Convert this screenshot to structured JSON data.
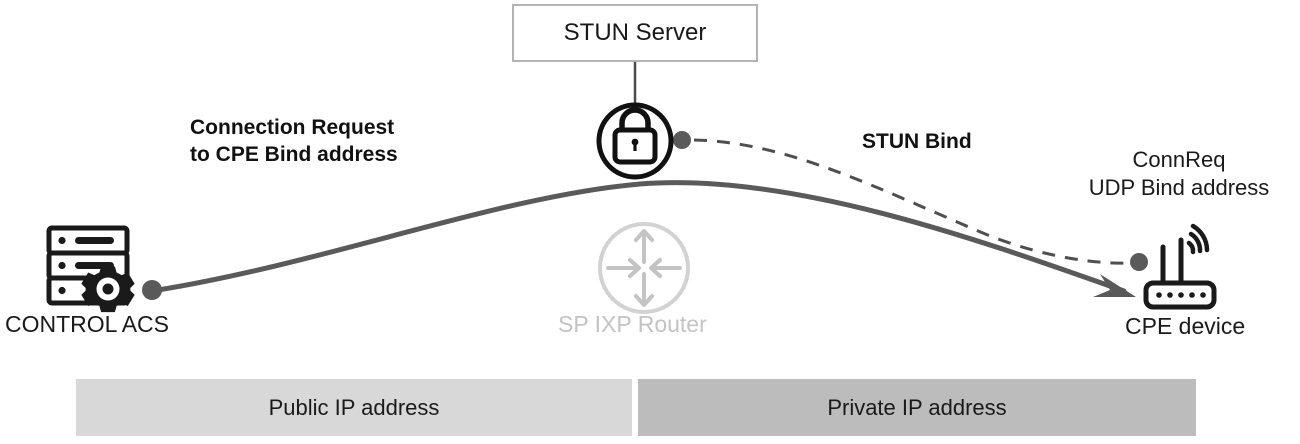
{
  "diagram": {
    "title_box": {
      "label": "STUN Server"
    },
    "nodes": [
      {
        "id": "acs",
        "icon": "server-gear-icon",
        "label": "CONTROL ACS"
      },
      {
        "id": "router",
        "icon": "router-arrows-icon",
        "label": "SP IXP Router"
      },
      {
        "id": "cpe",
        "icon": "wifi-router-icon",
        "label": "CPE device"
      },
      {
        "id": "stun",
        "icon": "lock-circle-icon",
        "label": "STUN Server"
      }
    ],
    "flows": [
      {
        "id": "connection-request",
        "style": "solid-arrow",
        "line1": "Connection Request",
        "line2": "to CPE Bind address"
      },
      {
        "id": "stun-bind",
        "style": "dashed",
        "line1": "STUN Bind"
      }
    ],
    "annotations": [
      {
        "id": "connreq-udp",
        "line1": "ConnReq",
        "line2": "UDP Bind address"
      }
    ],
    "zones": [
      {
        "id": "public",
        "label": "Public IP address",
        "color": "#d8d8d8"
      },
      {
        "id": "private",
        "label": "Private IP address",
        "color": "#bcbcbc"
      }
    ],
    "colors": {
      "solid_line": "#5a5a5a",
      "dashed_line": "#4f4f4f",
      "icon_dark": "#1a1a1a",
      "icon_muted": "#c3c3c3",
      "box_border": "#b3b3b3"
    }
  }
}
